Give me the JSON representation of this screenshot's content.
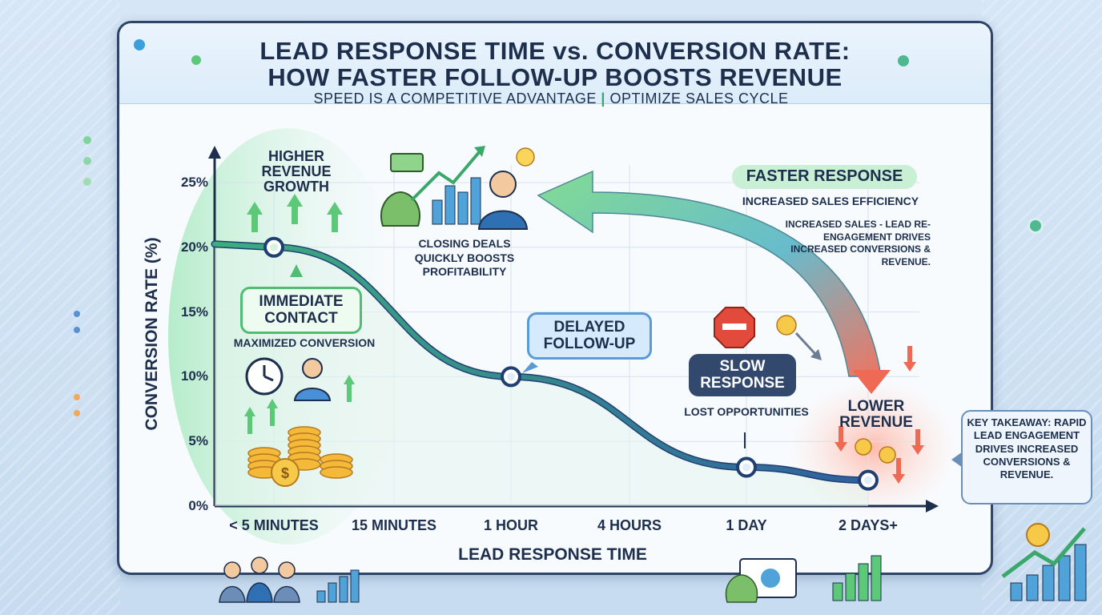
{
  "header": {
    "title_line1": "LEAD RESPONSE TIME vs. CONVERSION RATE:",
    "title_line2": "HOW FASTER FOLLOW-UP BOOSTS REVENUE",
    "subtitle_left": "SPEED IS A COMPETITIVE ADVANTAGE",
    "subtitle_sep": "|",
    "subtitle_right": "OPTIMIZE SALES CYCLE"
  },
  "chart_data": {
    "type": "line",
    "xlabel": "LEAD RESPONSE TIME",
    "ylabel": "CONVERSION RATE (%)",
    "categories": [
      "< 5 MINUTES",
      "15 MINUTES",
      "1 HOUR",
      "4 HOURS",
      "1 DAY",
      "2 DAYS+"
    ],
    "y_ticks": [
      "0%",
      "5%",
      "10%",
      "15%",
      "20%",
      "25%"
    ],
    "ylim": [
      0,
      25
    ],
    "grid": true,
    "series": [
      {
        "points": [
          {
            "x": "< 5 MINUTES",
            "y": 20
          },
          {
            "x": "1 HOUR",
            "y": 10
          },
          {
            "x": "1 DAY",
            "y": 3
          },
          {
            "x": "2 DAYS+",
            "y": 2
          }
        ]
      }
    ],
    "annotations": {
      "growth": "HIGHER REVENUE GROWTH",
      "closing": "CLOSING DEALS QUICKLY BOOSTS PROFITABILITY",
      "immediate": "IMMEDIATE CONTACT",
      "maximized": "MAXIMIZED CONVERSION",
      "delayed": "DELAYED FOLLOW-UP",
      "faster": "FASTER RESPONSE",
      "efficiency": "INCREASED SALES EFFICIENCY",
      "reengage": "INCREASED SALES - LEAD RE-ENGAGEMENT DRIVES INCREASED CONVERSIONS & REVENUE.",
      "slow": "SLOW RESPONSE",
      "lost": "LOST OPPORTUNITIES",
      "lower": "LOWER REVENUE"
    }
  },
  "takeaway": "KEY TAKEAWAY: RAPID LEAD ENGAGEMENT DRIVES INCREASED CONVERSIONS & REVENUE.",
  "colors": {
    "curve": "#2f5fa0",
    "green": "#5cc978",
    "red": "#ef6a55",
    "navy": "#1d2f4d"
  },
  "icons": [
    "clock-icon",
    "person-icon",
    "coins-icon",
    "money-bag-icon",
    "bar-chart-icon",
    "stop-sign-icon",
    "businessman-icon",
    "team-icon"
  ]
}
